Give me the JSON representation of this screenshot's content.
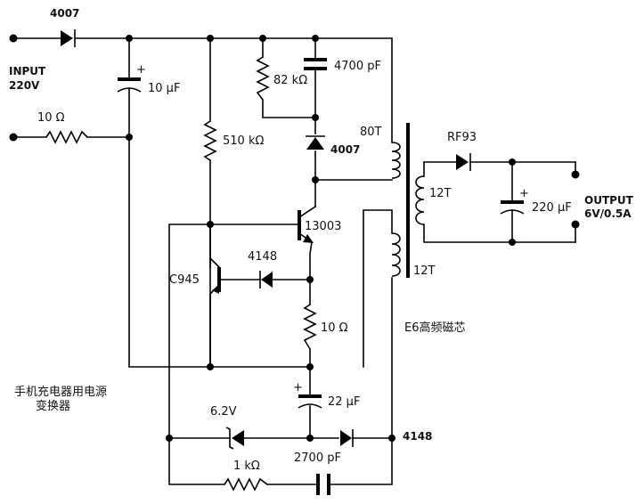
{
  "labels": {
    "d_input": "4007",
    "input_label": "INPUT",
    "input_voltage": "220V",
    "c_input": "10 µF",
    "r_input": "10 Ω",
    "r_bias": "510 kΩ",
    "r_snubber": "82 kΩ",
    "c_snubber": "4700 pF",
    "d_snubber": "4007",
    "primary_turns": "80T",
    "transistor_main": "13003",
    "transistor_ctrl": "C945",
    "d_ctrl": "4148",
    "r_emitter": "10 Ω",
    "secondary_turns": "12T",
    "feedback_turns": "12T",
    "core_note": "E6高频磁芯",
    "d_output": "RF93",
    "c_output": "220 µF",
    "output_label": "OUTPUT",
    "output_rating": "6V/0.5A",
    "c_feedback": "22 µF",
    "zener": "6.2V",
    "d_feedback": "4148",
    "r_feedback": "1 kΩ",
    "c_feedback_small": "2700 pF",
    "title_line1": "手机充电器用电源",
    "title_line2": "变换器"
  },
  "plus_sign": "+"
}
